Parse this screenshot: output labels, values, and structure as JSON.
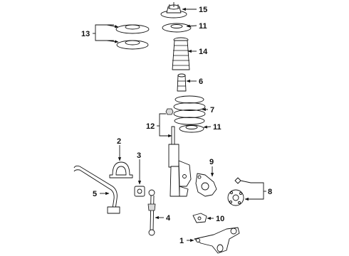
{
  "callouts": [
    {
      "id": "1",
      "text": "1"
    },
    {
      "id": "2",
      "text": "2"
    },
    {
      "id": "3",
      "text": "3"
    },
    {
      "id": "4",
      "text": "4"
    },
    {
      "id": "5",
      "text": "5"
    },
    {
      "id": "6",
      "text": "6"
    },
    {
      "id": "7",
      "text": "7"
    },
    {
      "id": "8",
      "text": "8"
    },
    {
      "id": "9",
      "text": "9"
    },
    {
      "id": "10",
      "text": "10"
    },
    {
      "id": "11a",
      "text": "11"
    },
    {
      "id": "11b",
      "text": "11"
    },
    {
      "id": "12",
      "text": "12"
    },
    {
      "id": "13",
      "text": "13"
    },
    {
      "id": "14",
      "text": "14"
    },
    {
      "id": "15",
      "text": "15"
    }
  ]
}
